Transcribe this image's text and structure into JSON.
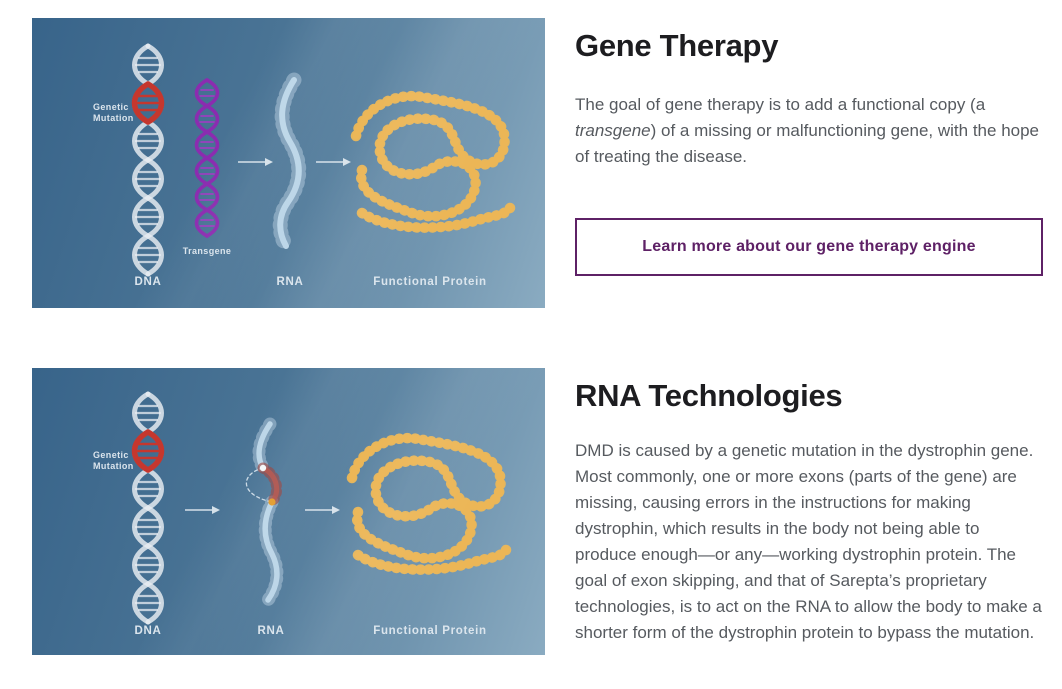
{
  "colors": {
    "accent_purple": "#5e2166",
    "heading_text": "#1d1d20",
    "body_text": "#565a5f",
    "illustration_bg_dark": "#38648a",
    "illustration_bg_light": "#8aabc1",
    "mutation_red": "#c5372e",
    "transgene_purple": "#8b2cb0",
    "rna_blue": "#bcd6e8",
    "protein_orange": "#dfa039",
    "illustration_label_text": "#dbe5ed"
  },
  "sections": {
    "gene_therapy": {
      "heading": "Gene Therapy",
      "body_before_italic": "The goal of gene therapy is to add a functional copy (a ",
      "body_italic": "transgene",
      "body_after_italic": ") of a missing or malfunctioning gene, with the hope of treating the disease.",
      "cta_label": "Learn more about our gene therapy engine",
      "illustration_labels": {
        "genetic_mutation_line1": "Genetic",
        "genetic_mutation_line2": "Mutation",
        "transgene": "Transgene",
        "dna": "DNA",
        "rna": "RNA",
        "functional_protein": "Functional Protein"
      }
    },
    "rna_technologies": {
      "heading": "RNA Technologies",
      "body": "DMD is caused by a genetic mutation in the dystrophin gene. Most commonly, one or more exons (parts of the gene) are missing, causing errors in the instructions for making dystrophin, which results in the body not being able to produce enough—or any—working dystrophin protein. The goal of exon skipping, and that of Sarepta’s proprietary technologies, is to act on the RNA to allow the body to make a shorter form of the dystrophin protein to bypass the mutation.",
      "illustration_labels": {
        "genetic_mutation_line1": "Genetic",
        "genetic_mutation_line2": "Mutation",
        "dna": "DNA",
        "rna": "RNA",
        "functional_protein": "Functional Protein"
      }
    }
  }
}
